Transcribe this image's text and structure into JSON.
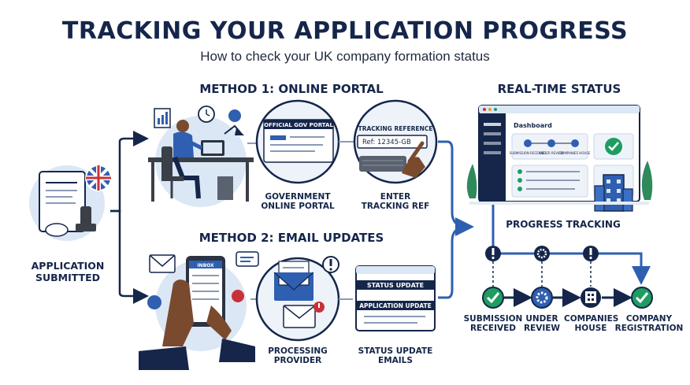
{
  "title": "TRACKING YOUR APPLICATION PROGRESS",
  "subtitle": "How to check your UK company formation status",
  "start": {
    "label_line1": "APPLICATION",
    "label_line2": "SUBMITTED"
  },
  "method1": {
    "heading": "METHOD 1: ONLINE PORTAL",
    "portal_sign": "OFFICIAL GOV PORTAL",
    "portal_caption_line1": "GOVERNMENT",
    "portal_caption_line2": "ONLINE PORTAL",
    "tracking_heading": "TRACKING REFERENCE",
    "tracking_value": "Ref: 12345-GB",
    "tracking_caption_line1": "ENTER",
    "tracking_caption_line2": "TRACKING REF"
  },
  "method2": {
    "heading": "METHOD 2: EMAIL UPDATES",
    "phone_header": "INBOX",
    "provider_caption_line1": "PROCESSING",
    "provider_caption_line2": "PROVIDER",
    "email_tag1": "STATUS UPDATE",
    "email_tag2": "APPLICATION UPDATE",
    "emails_caption_line1": "STATUS UPDATE",
    "emails_caption_line2": "EMAILS"
  },
  "realtime": {
    "heading": "REAL-TIME STATUS",
    "dashboard_title": "Dashboard",
    "mini_steps": [
      "SUBMISSION RECEIVED",
      "UNDER REVIEW",
      "COMPANIES HOUSE"
    ]
  },
  "progress": {
    "heading": "PROGRESS TRACKING",
    "steps": [
      {
        "line1": "SUBMISSION",
        "line2": "RECEIVED"
      },
      {
        "line1": "UNDER",
        "line2": "REVIEW"
      },
      {
        "line1": "COMPANIES",
        "line2": "HOUSE"
      },
      {
        "line1": "COMPANY",
        "line2": "REGISTRATION"
      }
    ]
  },
  "colors": {
    "navy": "#15264a",
    "blue": "#2f5fb0",
    "green": "#1f9d61",
    "red": "#c8313a",
    "lightblue": "#dbe7f5"
  }
}
